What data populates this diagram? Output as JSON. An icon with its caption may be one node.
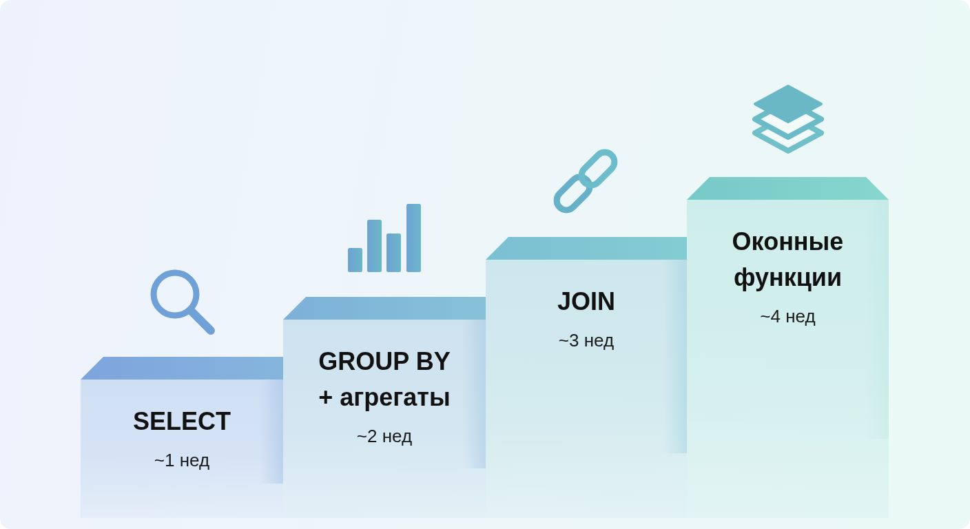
{
  "diagram": {
    "nodes": [
      {
        "text": [
          "SELECT",
          "~1 нед"
        ]
      },
      {
        "text": [
          "GROUP BY + агрегаты",
          "~2 нед"
        ]
      },
      {
        "text": [
          "JOIN",
          "~3 нед"
        ]
      },
      {
        "text": [
          "Оконные функции",
          "~4 нед"
        ]
      }
    ]
  }
}
